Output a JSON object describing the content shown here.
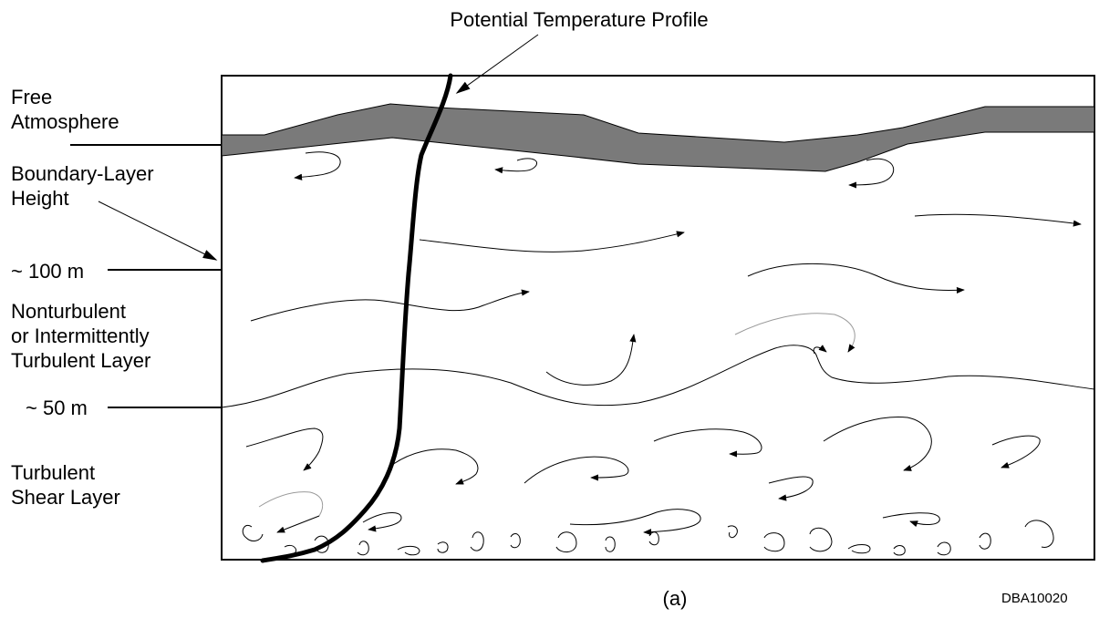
{
  "diagram": {
    "title": "Potential Temperature Profile",
    "left_labels": {
      "free_atmosphere": [
        "Free",
        "Atmosphere"
      ],
      "boundary_layer_height": [
        "Boundary-Layer",
        "Height"
      ],
      "mark_100m": "~ 100 m",
      "nonturbulent_layer": [
        "Nonturbulent",
        "or Intermittently",
        "Turbulent Layer"
      ],
      "mark_50m": "~ 50 m",
      "turbulent_shear_layer": [
        "Turbulent",
        "Shear Layer"
      ]
    },
    "caption": "(a)",
    "figure_id": "DBA10020",
    "colors": {
      "inversion_band": "#7a7a7a",
      "line": "#000000",
      "faded_eddy": "#9a9a9a"
    }
  }
}
